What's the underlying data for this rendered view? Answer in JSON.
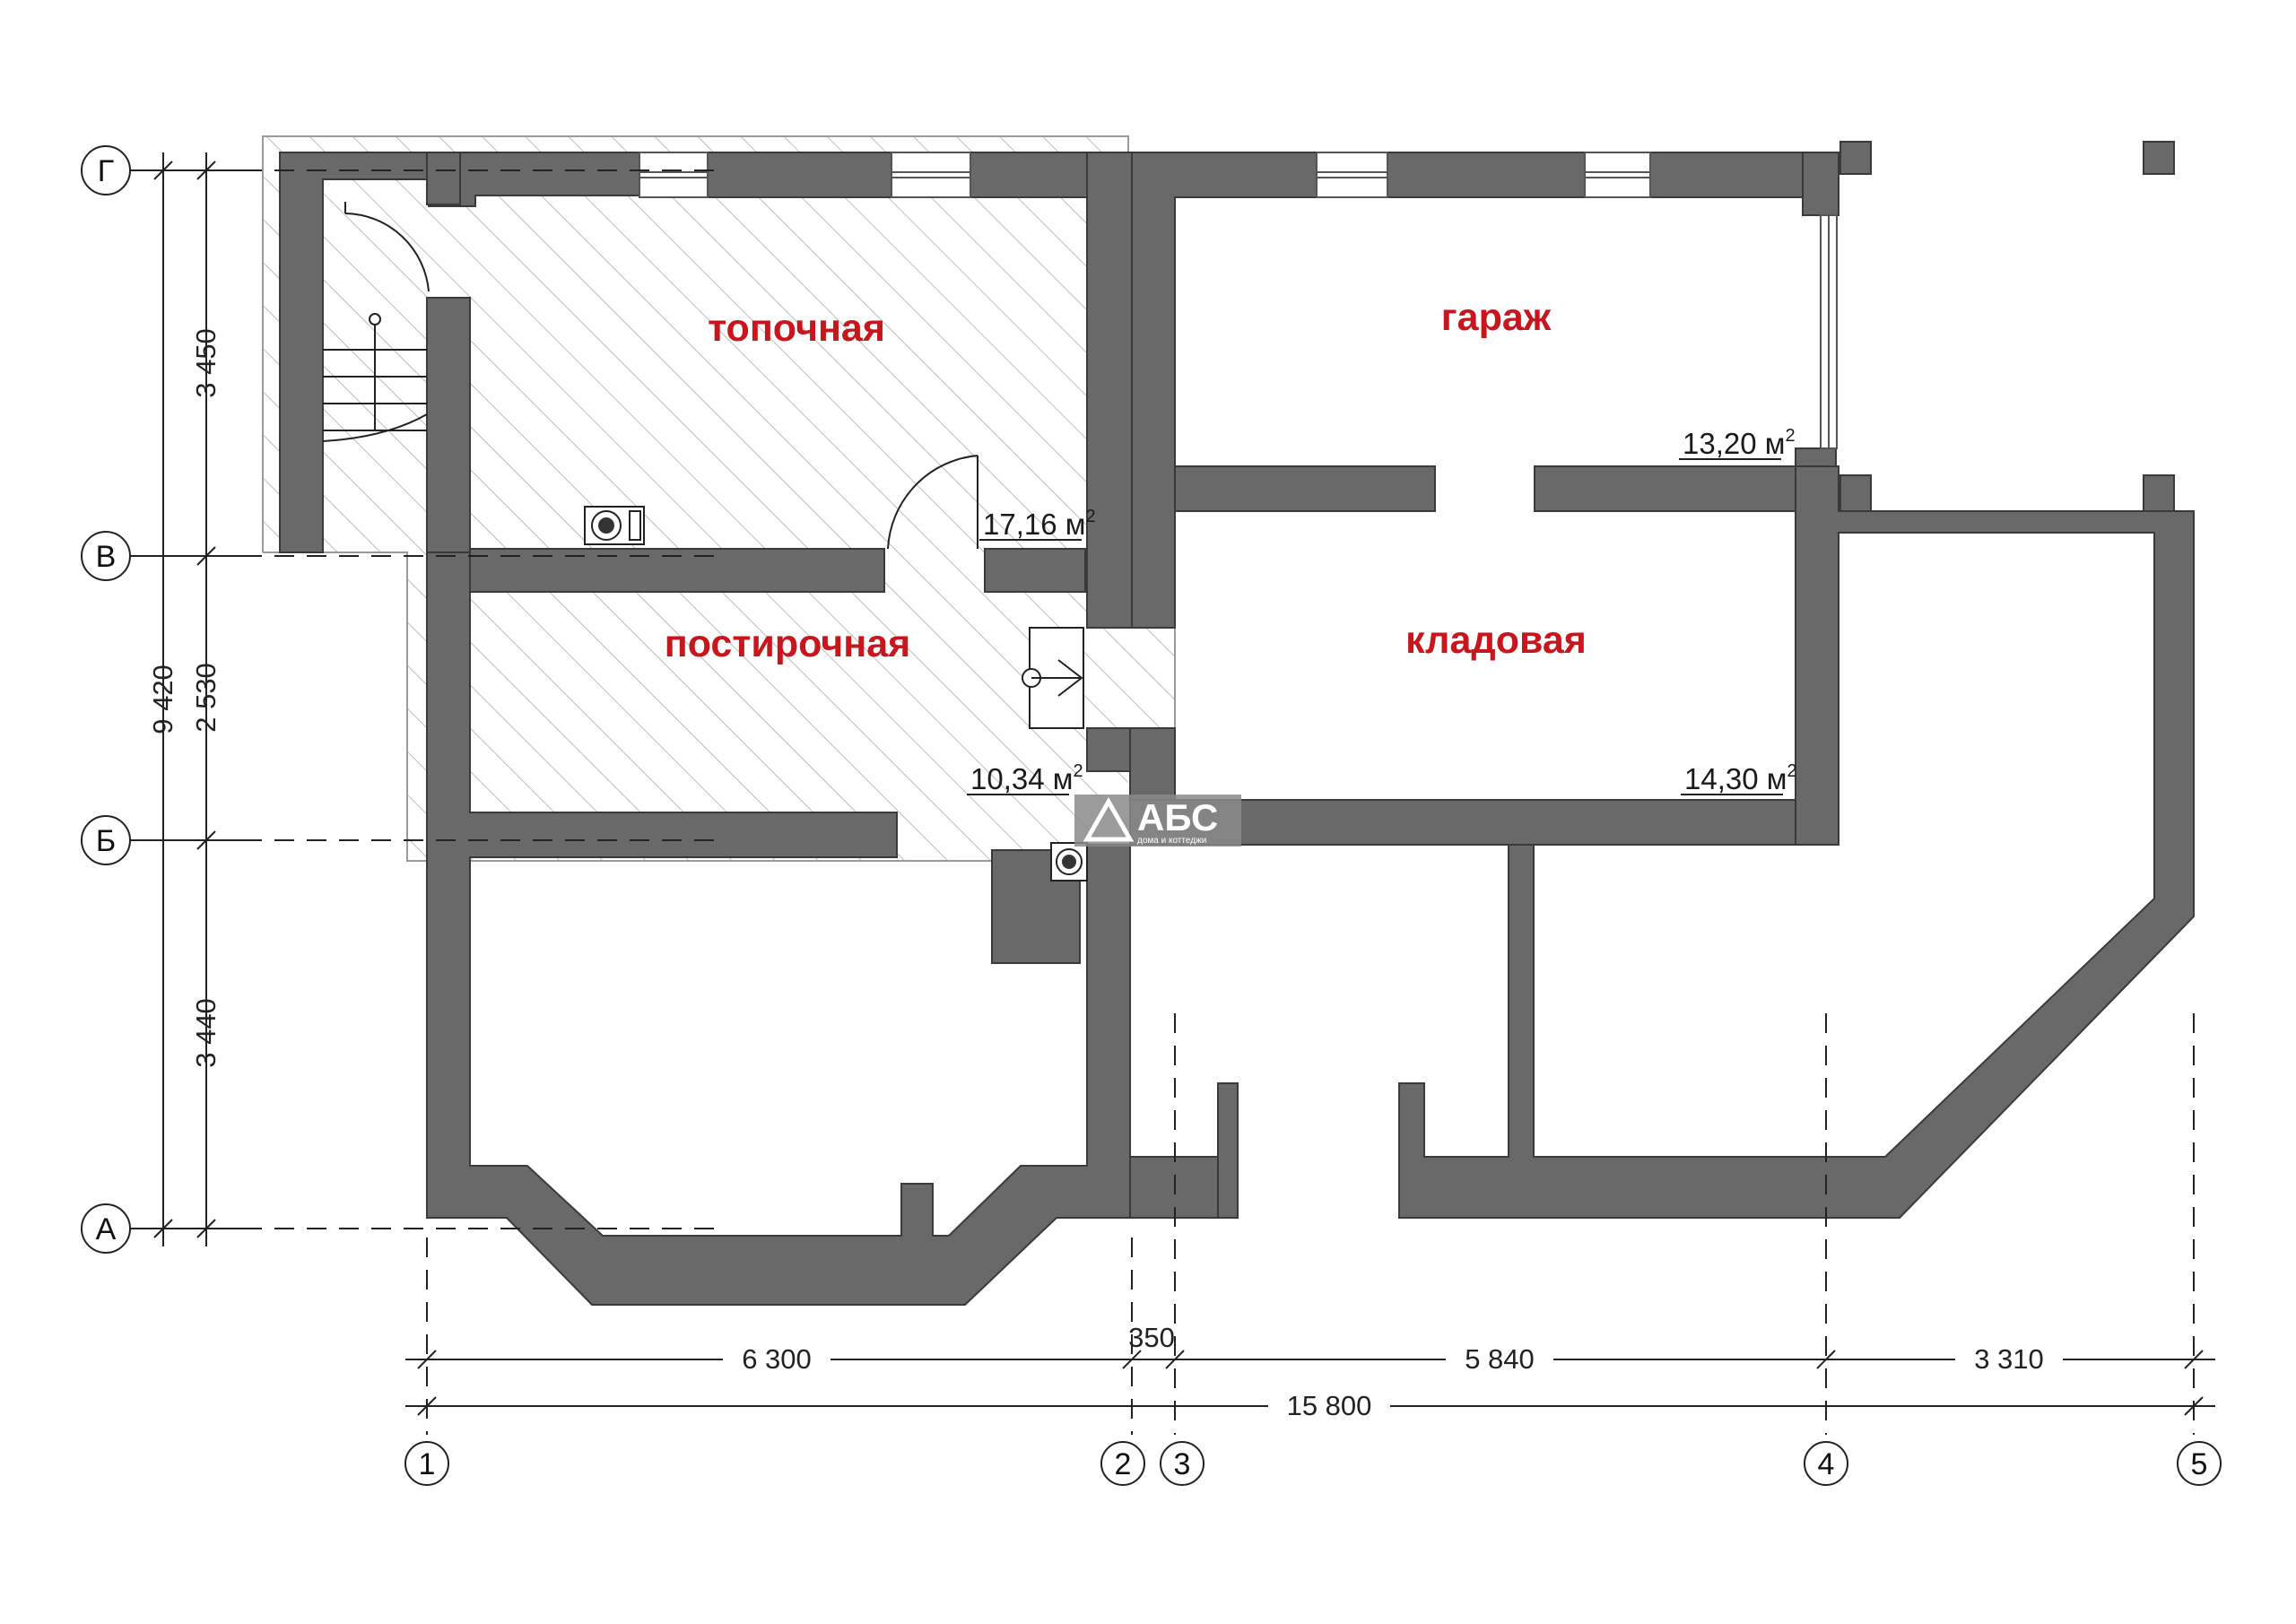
{
  "rooms": {
    "boiler": {
      "name": "топочная",
      "area": "17,16 м",
      "unit_sup": "2"
    },
    "laundry": {
      "name": "постирочная",
      "area": "10,34 м",
      "unit_sup": "2"
    },
    "garage": {
      "name": "гараж",
      "area": "13,20 м",
      "unit_sup": "2"
    },
    "storage": {
      "name": "кладовая",
      "area": "14,30 м",
      "unit_sup": "2"
    }
  },
  "axes": {
    "rows": [
      "Г",
      "В",
      "Б",
      "А"
    ],
    "columns": [
      "1",
      "2",
      "3",
      "4",
      "5"
    ]
  },
  "dimensions": {
    "vertical_total": "9 420",
    "vertical_segments": [
      "3 450",
      "2 530",
      "3 440"
    ],
    "horizontal_segments": [
      "6 300",
      "350",
      "5 840",
      "3 310"
    ],
    "horizontal_total": "15 800"
  },
  "logo": {
    "text": "АБС",
    "subtitle": "дома и коттеджи"
  },
  "colors": {
    "wall": "#696969",
    "room_label": "#c8161d",
    "hatch": "#bdbdbd"
  }
}
